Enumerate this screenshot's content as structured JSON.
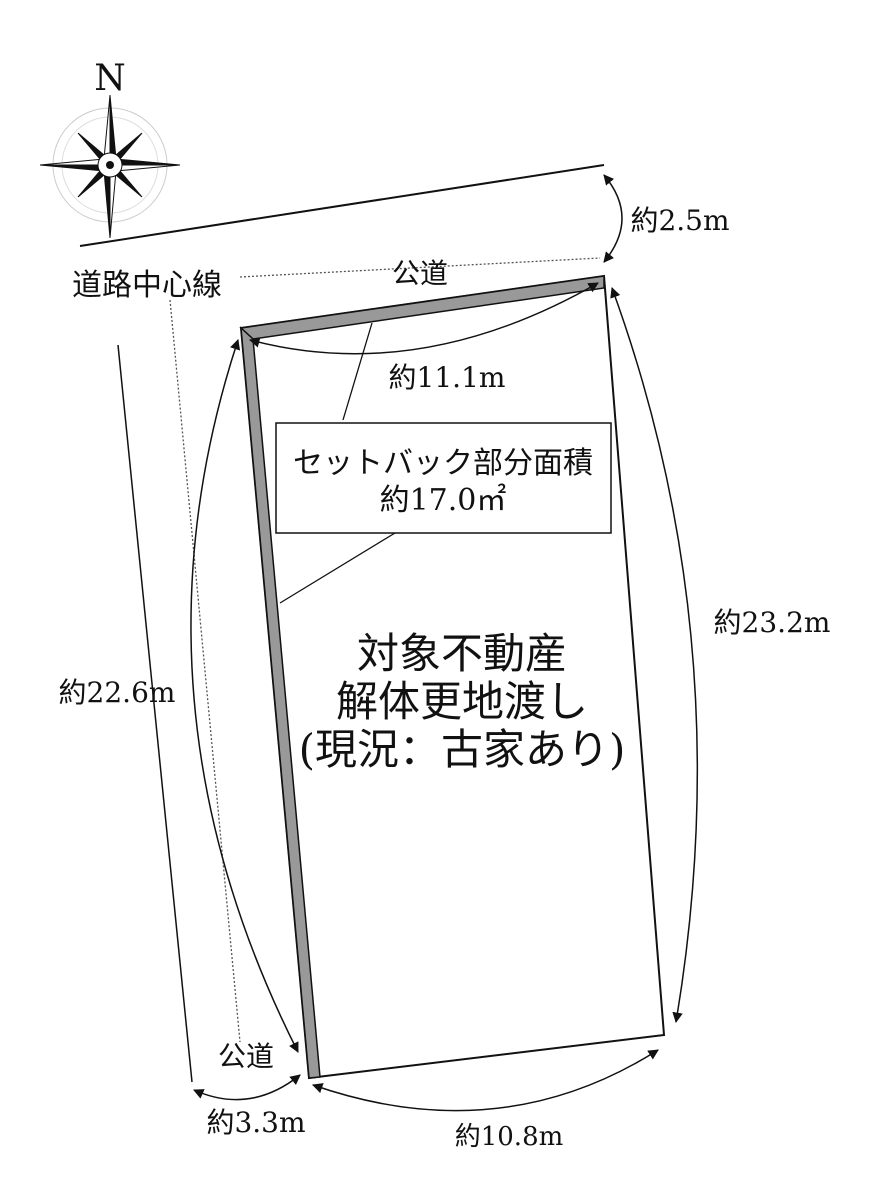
{
  "compass": {
    "north_label": "N"
  },
  "labels": {
    "road_center_line": "道路中心線",
    "public_road_top": "公道",
    "public_road_bottom": "公道",
    "setback_title": "セットバック部分面積",
    "setback_area": "約17.0㎡",
    "main_line1": "対象不動産",
    "main_line2": "解体更地渡し",
    "main_line3": "(現況：古家あり)"
  },
  "dimensions": {
    "road_width_top": "約2.5m",
    "frontage_top": "約11.1m",
    "right_side": "約23.2m",
    "left_side": "約22.6m",
    "bottom_side": "約10.8m",
    "road_width_bottom": "約3.3m"
  },
  "colors": {
    "line": "#111111",
    "setback": "#999999",
    "dotted": "#555555"
  }
}
